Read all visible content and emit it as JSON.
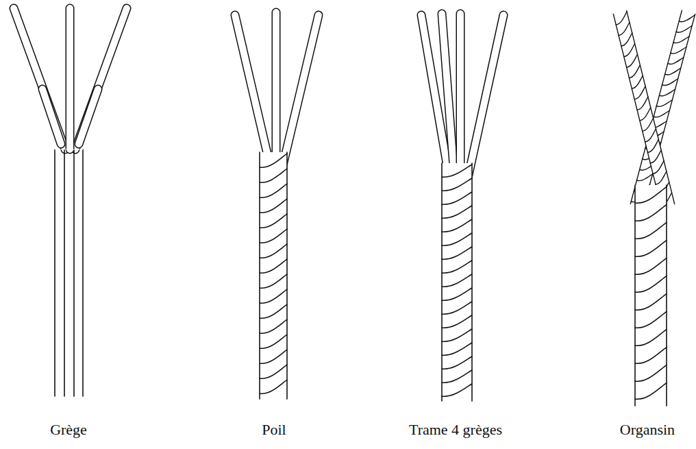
{
  "diagram": {
    "labels": [
      "Grège",
      "Poil",
      "Trame 4 grèges",
      "Organsin"
    ]
  }
}
